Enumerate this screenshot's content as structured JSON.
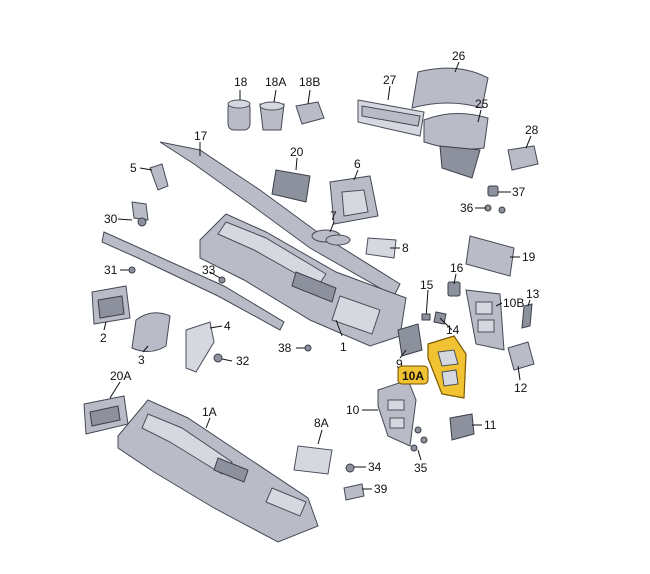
{
  "diagram": {
    "labels": {
      "p1": "1",
      "p1A": "1A",
      "p2": "2",
      "p3": "3",
      "p4": "4",
      "p5": "5",
      "p6": "6",
      "p7": "7",
      "p8": "8",
      "p8A": "8A",
      "p9": "9",
      "p10": "10",
      "p10A": "10A",
      "p10B": "10B",
      "p11": "11",
      "p12": "12",
      "p13": "13",
      "p14": "14",
      "p15": "15",
      "p16": "16",
      "p17": "17",
      "p18": "18",
      "p18A": "18A",
      "p18B": "18B",
      "p19": "19",
      "p20": "20",
      "p20A": "20A",
      "p25": "25",
      "p26": "26",
      "p27": "27",
      "p28": "28",
      "p30": "30",
      "p31": "31",
      "p32": "32",
      "p33": "33",
      "p34": "34",
      "p35": "35",
      "p36": "36",
      "p37": "37",
      "p38": "38",
      "p39": "39"
    },
    "highlighted_part": "10A",
    "highlight_color": "#f1c232"
  }
}
